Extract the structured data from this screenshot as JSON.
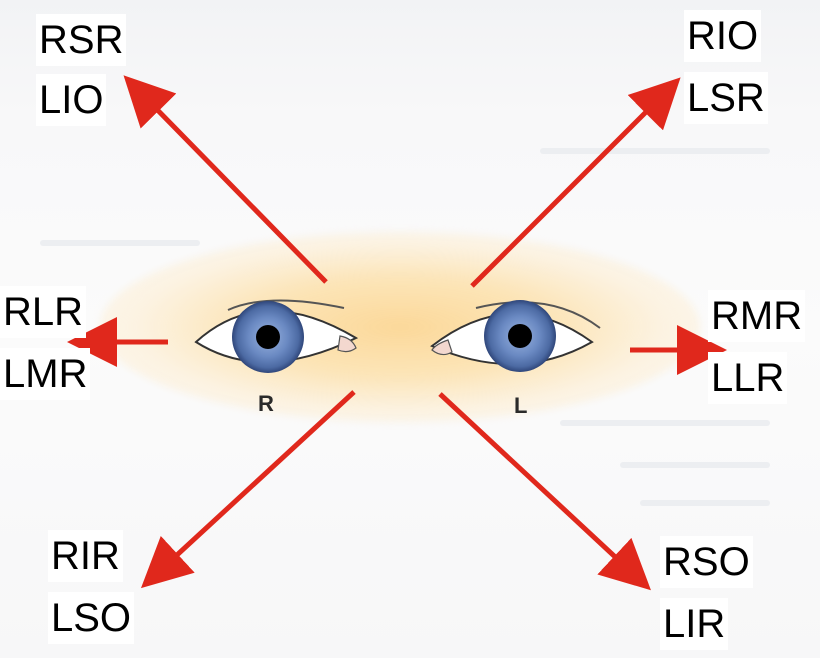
{
  "diagram": {
    "eyes": {
      "right_label": "R",
      "left_label": "L"
    },
    "gaze_directions": {
      "up_right": {
        "top": "RSR",
        "bottom": "LIO"
      },
      "up_left": {
        "top": "RIO",
        "bottom": "LSR"
      },
      "right": {
        "top": "RLR",
        "bottom": "LMR"
      },
      "left": {
        "top": "RMR",
        "bottom": "LLR"
      },
      "down_right": {
        "top": "RIR",
        "bottom": "LSO"
      },
      "down_left": {
        "top": "RSO",
        "bottom": "LIR"
      }
    },
    "colors": {
      "arrow": "#e0281c",
      "iris": "#5f7fb8",
      "pupil": "#000000",
      "glow": "#fbd694"
    }
  }
}
